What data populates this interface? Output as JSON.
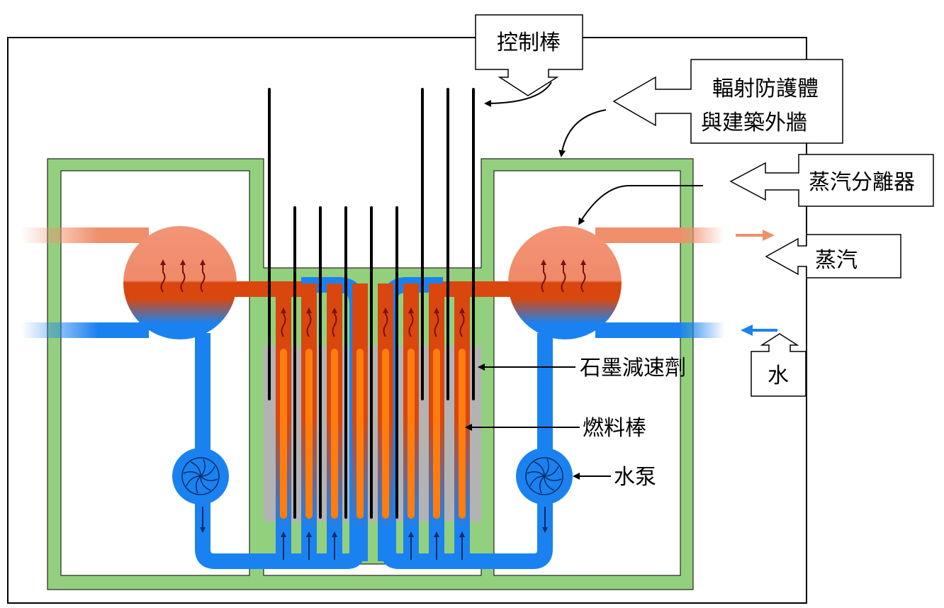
{
  "labels": {
    "control_rods": "控制棒",
    "shielding_line1": "輻射防護體",
    "shielding_line2": "與建築外牆",
    "steam_separator": "蒸汽分離器",
    "steam": "蒸汽",
    "water": "水",
    "graphite_moderator": "石墨減速劑",
    "fuel_rods": "燃料棒",
    "pump": "水泵"
  },
  "colors": {
    "shield_green": "#93d07e",
    "water_blue": "#1a82f0",
    "steam_red": "#d9470e",
    "steam_light": "#f08f6b",
    "fuel_orange": "#ff7c0f",
    "graphite_gray": "#b3b3b3",
    "rod_black": "#000000"
  }
}
